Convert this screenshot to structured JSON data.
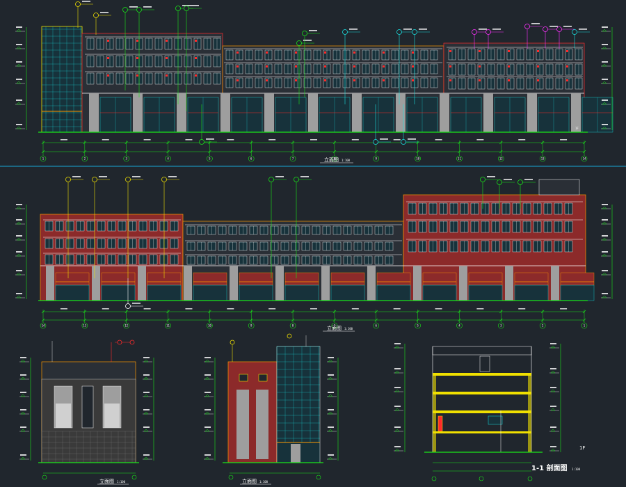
{
  "sheet": {
    "background": "#20262d",
    "colors": {
      "wall": "#9e9e9e",
      "brick": "#8c2a2a",
      "glass": "#17323b",
      "cyan": "#19e0e0",
      "green": "#19e619",
      "yellow": "#f0e000",
      "red": "#ff2a2a",
      "magenta": "#ff30ff",
      "orange": "#ff9900",
      "white": "#ffffff",
      "divider": "#18a8d8"
    }
  },
  "drawings": {
    "front": {
      "title": "立面图",
      "scale": "1:100",
      "floor_label": "1F"
    },
    "back": {
      "title": "立面图",
      "scale": "1:100"
    },
    "side_left": {
      "title": "立面图",
      "scale": "1:100"
    },
    "side_right": {
      "title": "立面图",
      "scale": "1:100"
    },
    "section": {
      "title": "1-1 剖面图",
      "scale": "1:100",
      "floor_label": "1F"
    }
  },
  "axes": {
    "front": [
      "1",
      "2",
      "3",
      "4",
      "5",
      "6",
      "7",
      "8",
      "9",
      "10",
      "11",
      "12",
      "13",
      "14"
    ],
    "back": [
      "14",
      "13",
      "12",
      "11",
      "10",
      "9",
      "8",
      "7",
      "6",
      "5",
      "4",
      "3",
      "2",
      "1"
    ]
  }
}
